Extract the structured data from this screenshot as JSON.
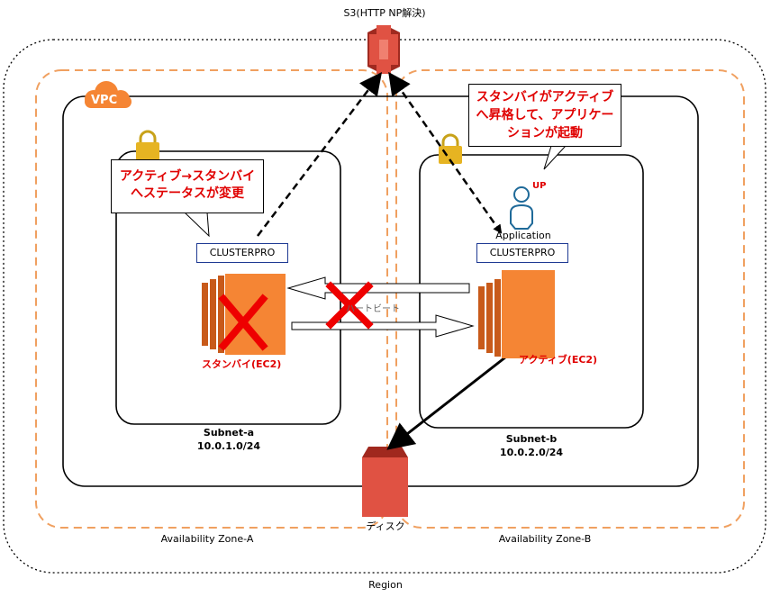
{
  "region": {
    "label": "Region"
  },
  "availability_zones": [
    {
      "label": "Availability Zone-A"
    },
    {
      "label": "Availability Zone-B"
    }
  ],
  "vpc": {
    "label": "VPC"
  },
  "subnets": [
    {
      "name": "Subnet-a",
      "cidr": "10.0.1.0/24"
    },
    {
      "name": "Subnet-b",
      "cidr": "10.0.2.0/24"
    }
  ],
  "s3": {
    "label": "S3(HTTP NP解決)"
  },
  "disk": {
    "label": "ディスク"
  },
  "nodes": [
    {
      "cluster_label": "CLUSTERPRO",
      "instance_label": "スタンバイ(EC2)",
      "failed": true
    },
    {
      "cluster_label": "CLUSTERPRO",
      "instance_label": "アクティブ(EC2)",
      "app_label": "Application",
      "app_status": "UP"
    }
  ],
  "heartbeat": {
    "label": "ハートビート"
  },
  "callouts": [
    {
      "lines": [
        "アクティブ→スタンバイ",
        "へステータスが変更"
      ]
    },
    {
      "lines": [
        "スタンバイがアクティブ",
        "へ昇格して、アプリケー",
        "ションが起動"
      ]
    }
  ],
  "colors": {
    "aws_orange": "#f58534",
    "dark_orange": "#c85a1a",
    "s3_red": "#e05243",
    "alert_red": "#e00000",
    "zone_dash": "#f0a060"
  }
}
